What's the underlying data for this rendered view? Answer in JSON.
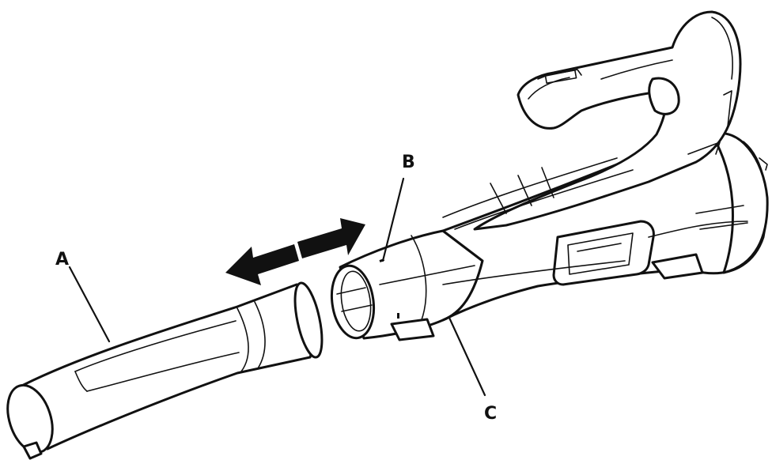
{
  "labels": {
    "a": "A",
    "b": "B",
    "c": "C"
  },
  "colors": {
    "line": "#111111",
    "background": "#ffffff"
  },
  "icons": {
    "arrows": "double-arrow-icon"
  }
}
